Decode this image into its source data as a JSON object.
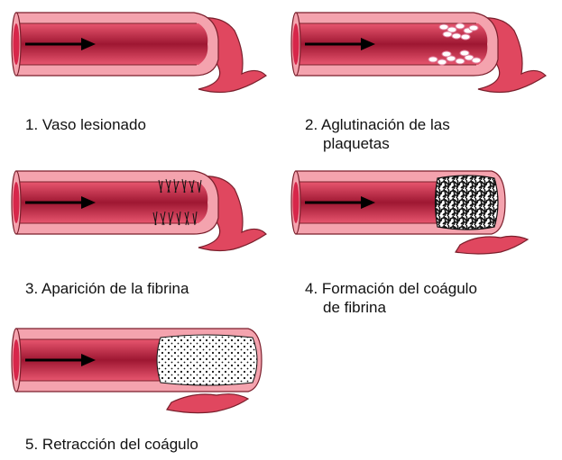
{
  "colors": {
    "vessel_wall": "#f4a3ae",
    "vessel_outline": "#7a1f2c",
    "blood": "#d7264a",
    "blood_core": "#9e1732",
    "platelet": "#ffffff",
    "clot_dark": "#111111",
    "arrow": "#000000"
  },
  "panels": [
    {
      "number": "1.",
      "caption": [
        "Vaso lesionado"
      ],
      "stage": "injured-vessel"
    },
    {
      "number": "2.",
      "caption": [
        "Aglutinación de las",
        "plaquetas"
      ],
      "stage": "platelet-agglutination"
    },
    {
      "number": "3.",
      "caption": [
        "Aparición de la fibrina"
      ],
      "stage": "fibrin-appearance"
    },
    {
      "number": "4.",
      "caption": [
        "Formación del coágulo",
        "de fibrina"
      ],
      "stage": "fibrin-clot-formation"
    },
    {
      "number": "5.",
      "caption": [
        "Retracción del coágulo"
      ],
      "stage": "clot-retraction"
    }
  ],
  "icons": {
    "flow": "flow-arrow-icon"
  }
}
